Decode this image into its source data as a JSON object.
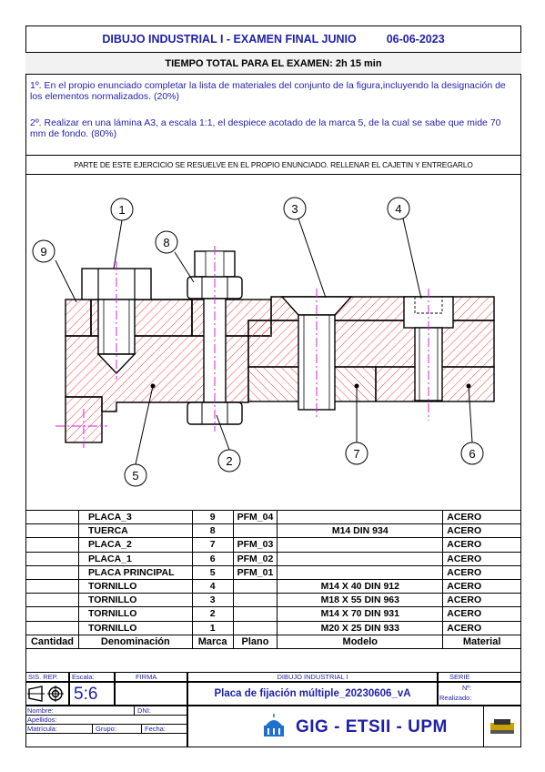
{
  "header": {
    "title": "DIBUJO INDUSTRIAL I  -  EXAMEN FINAL JUNIO",
    "date": "06-06-2023",
    "time_label": "TIEMPO TOTAL PARA EL EXAMEN: 2h 15 min"
  },
  "questions": {
    "q1": "1º. En el propio enunciado completar la lista de materiales del conjunto de la figura,incluyendo la designación de los elementos normalizados. (20%)",
    "q2": "2º. Realizar en una lámina A3, a escala 1:1, el despiece acotado de la marca 5, de la cual se sabe que mide 70 mm de fondo. (80%)"
  },
  "note": "PARTE DE ESTE EJERCICIO SE RESUELVE EN EL PROPIO ENUNCIADO. RELLENAR EL CAJETIN Y ENTREGARLO",
  "balloons": [
    "1",
    "2",
    "3",
    "4",
    "5",
    "6",
    "7",
    "8",
    "9"
  ],
  "bom": {
    "headers": [
      "Cantidad",
      "Denominación",
      "Marca",
      "Plano",
      "Modelo",
      "Material"
    ],
    "rows": [
      {
        "cantidad": "",
        "denominacion": "PLACA_3",
        "marca": "9",
        "plano": "PFM_04",
        "modelo": "",
        "material": "ACERO"
      },
      {
        "cantidad": "",
        "denominacion": "TUERCA",
        "marca": "8",
        "plano": "",
        "modelo": "M14 DIN 934",
        "material": "ACERO"
      },
      {
        "cantidad": "",
        "denominacion": "PLACA_2",
        "marca": "7",
        "plano": "PFM_03",
        "modelo": "",
        "material": "ACERO"
      },
      {
        "cantidad": "",
        "denominacion": "PLACA_1",
        "marca": "6",
        "plano": "PFM_02",
        "modelo": "",
        "material": "ACERO"
      },
      {
        "cantidad": "",
        "denominacion": "PLACA PRINCIPAL",
        "marca": "5",
        "plano": "PFM_01",
        "modelo": "",
        "material": "ACERO"
      },
      {
        "cantidad": "",
        "denominacion": "TORNILLO",
        "marca": "4",
        "plano": "",
        "modelo": "M14 X 40 DIN 912",
        "material": "ACERO"
      },
      {
        "cantidad": "",
        "denominacion": "TORNILLO",
        "marca": "3",
        "plano": "",
        "modelo": "M18 X 55 DIN 963",
        "material": "ACERO"
      },
      {
        "cantidad": "",
        "denominacion": "TORNILLO",
        "marca": "2",
        "plano": "",
        "modelo": "M14 X 70 DIN 931",
        "material": "ACERO"
      },
      {
        "cantidad": "",
        "denominacion": "TORNILLO",
        "marca": "1",
        "plano": "",
        "modelo": "M20 X 25 DIN 933",
        "material": "ACERO"
      }
    ]
  },
  "titleblock": {
    "sis_rep": "SIS. REP.",
    "escala_label": "Escala:",
    "firma": "FIRMA",
    "course": "DIBUJO INDUSTRIAL I",
    "serie": "SERIE",
    "escala_value": "5:6",
    "drawing_title": "Placa de fijación múltiple_20230606_vA",
    "numero": "Nº:",
    "realizado": "Realizado:",
    "nombre": "Nombre:",
    "dni": "DNI:",
    "apellidos": "Apellidos:",
    "matricula": "Matrícula:",
    "grupo": "Grupo:",
    "fecha": "Fecha:",
    "school": "GIG - ETSII - UPM"
  },
  "colors": {
    "blue_text": "#1f1fa8",
    "hatch": "#ff3b3b",
    "centerline": "#e01be0"
  }
}
